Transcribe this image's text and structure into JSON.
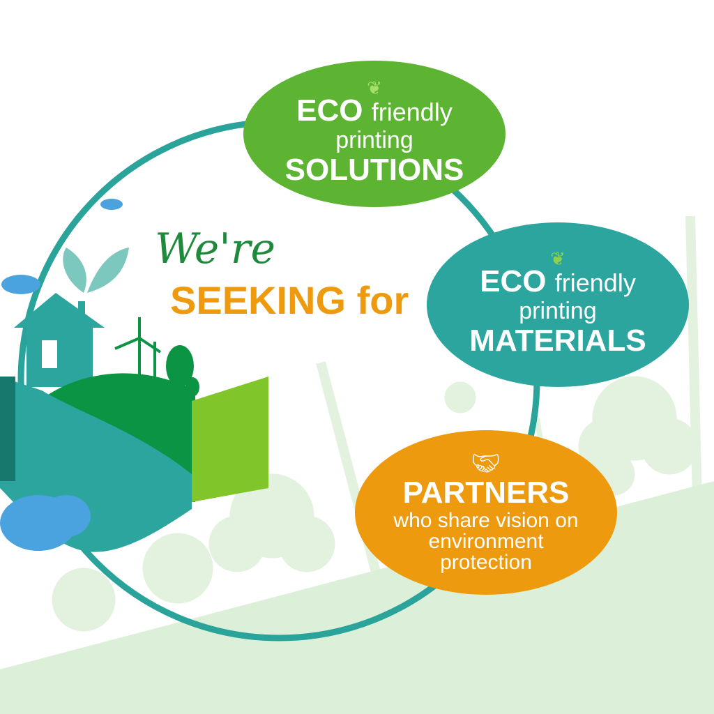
{
  "heading": {
    "line1": "We're",
    "line2": "SEEKING for"
  },
  "bubbles": [
    {
      "eco": "ECO",
      "friendly": "friendly",
      "printing": "printing",
      "title": "SOLUTIONS",
      "color": "#5db332"
    },
    {
      "eco": "ECO",
      "friendly": "friendly",
      "printing": "printing",
      "title": "MATERIALS",
      "color": "#2ba59d"
    },
    {
      "title": "PARTNERS",
      "line1": "who share vision on",
      "line2": "environment",
      "line3": "protection",
      "color": "#ee9a0e"
    }
  ],
  "colors": {
    "ring": "#2aa39a",
    "hill": "#dcefd8",
    "hand_teal": "#2ba59d",
    "hand_green": "#0a9443",
    "lime": "#80c52a",
    "cloud": "#4aa3de"
  },
  "icons": [
    "leaf-icon",
    "handshake-icon",
    "house-icon",
    "wind-turbine-icon",
    "tree-icon",
    "cloud-icon"
  ]
}
